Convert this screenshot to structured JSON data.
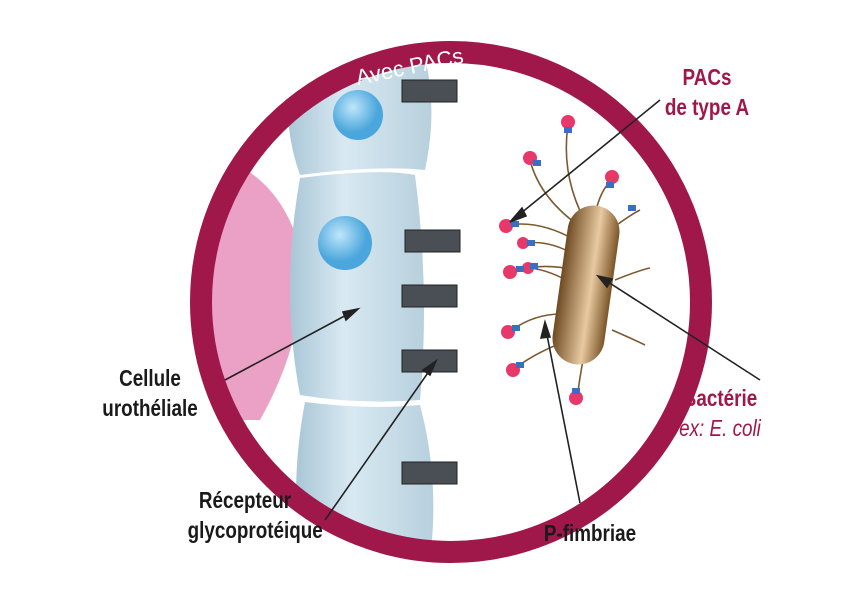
{
  "ring_title": "Avec PACs",
  "labels": {
    "pacs_line1": "PACs",
    "pacs_line2": "de type A",
    "cell_line1": "Cellule",
    "cell_line2": "urothéliale",
    "bacteria": "Bactérie",
    "bacteria_example": "ex: E. coli",
    "receptor_line1": "Récepteur",
    "receptor_line2": "glycoprotéique",
    "fimbriae": "P-fimbriae"
  },
  "colors": {
    "ring": "#a0184a",
    "cell": "#c9dfea",
    "nucleus": "#6fb8e0",
    "bacteria": "#8a6438",
    "pac": "#e8386a",
    "pac_base": "#3a6fc0"
  }
}
